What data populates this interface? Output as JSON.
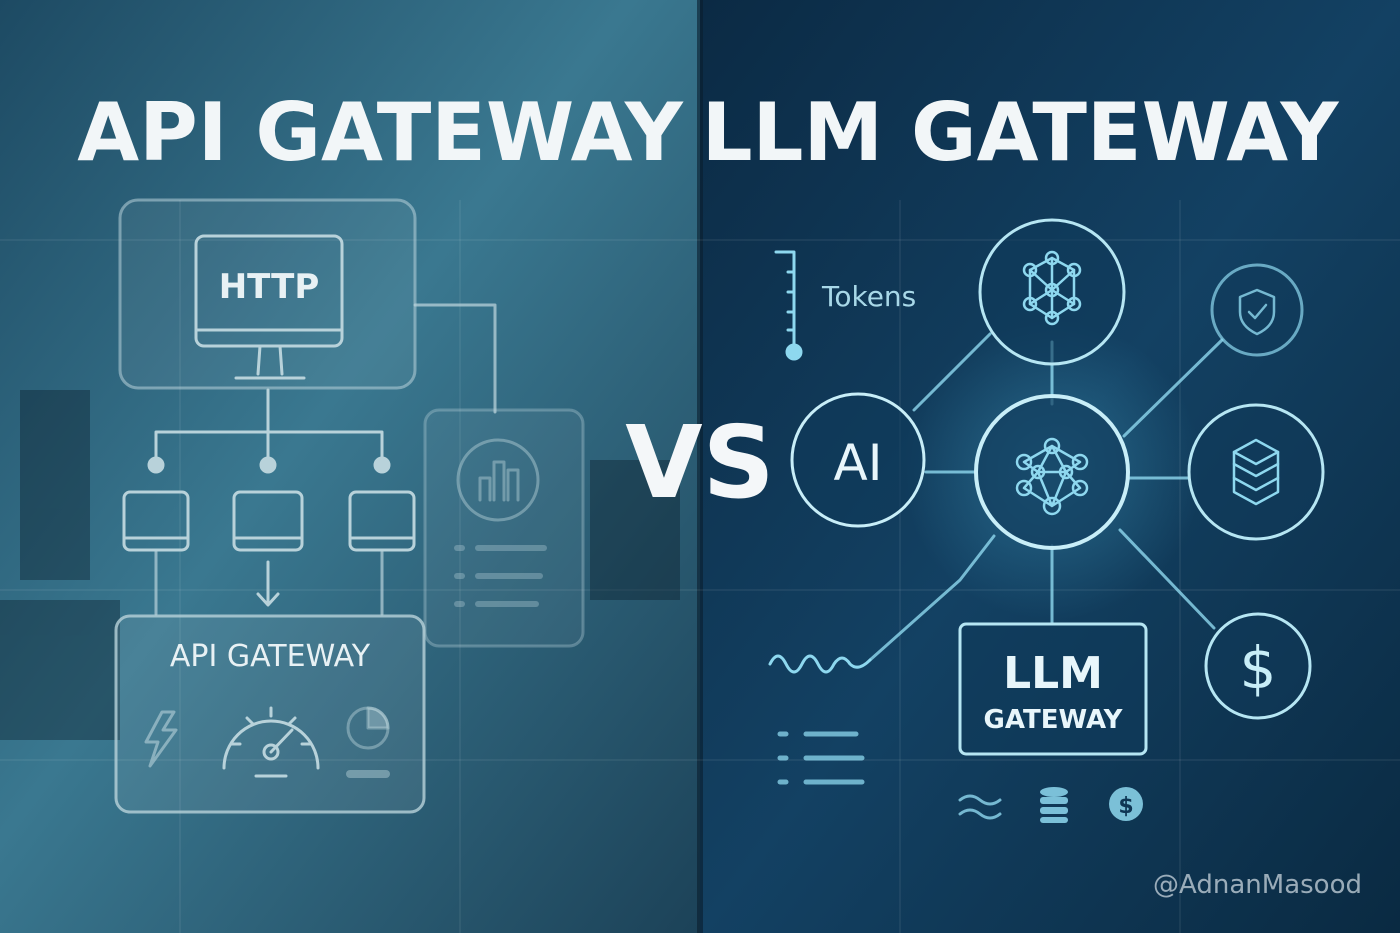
{
  "left_panel": {
    "title": "API GATEWAY",
    "client_label": "HTTP",
    "gateway_label": "API GATEWAY"
  },
  "vs_label": "VS",
  "right_panel": {
    "title": "LLM GATEWAY",
    "tokens_label": "Tokens",
    "ai_label": "AI",
    "gateway_line1": "LLM",
    "gateway_line2": "GATEWAY",
    "dollar_glyph": "$",
    "coin_glyph": "$"
  },
  "watermark": "@AdnanMasood",
  "colors": {
    "left_bg": "#2f6880",
    "right_bg": "#0f3656",
    "line_left": "#b8d2da",
    "line_right": "#8ed8ef",
    "title": "#f2f6f8"
  }
}
